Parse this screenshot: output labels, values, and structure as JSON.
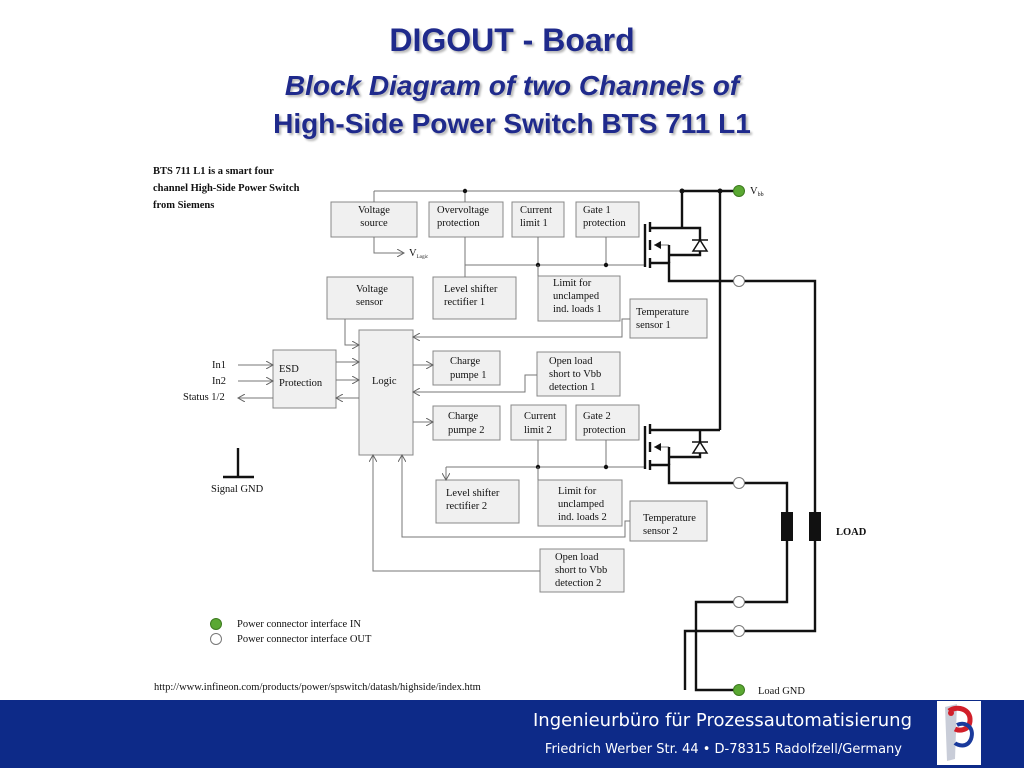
{
  "title": {
    "line1": "DIGOUT - Board",
    "line2": "Block Diagram of two Channels of",
    "line3": "High-Side Power Switch BTS 711 L1"
  },
  "description": [
    "BTS 711 L1 is a smart four",
    "channel High-Side Power  Switch",
    "from Siemens"
  ],
  "blocks": {
    "voltage_source": [
      "Voltage",
      "source"
    ],
    "overvoltage_protection": [
      "Overvoltage",
      "protection"
    ],
    "current_limit_1": [
      "Current",
      "limit 1"
    ],
    "gate_1_protection": [
      "Gate 1",
      "protection"
    ],
    "voltage_sensor": [
      "Voltage",
      "sensor"
    ],
    "level_shifter_1": [
      "Level shifter",
      "rectifier 1"
    ],
    "limit_loads_1": [
      "Limit for",
      "unclamped",
      "ind. loads 1"
    ],
    "temp_sensor_1": [
      "Temperature",
      "sensor 1"
    ],
    "esd_protection": [
      "ESD",
      "Protection"
    ],
    "logic": [
      "Logic"
    ],
    "charge_pumpe_1": [
      "Charge",
      "pumpe 1"
    ],
    "open_load_1": [
      "Open load",
      "short to Vbb",
      "detection 1"
    ],
    "charge_pumpe_2": [
      "Charge",
      "pumpe 2"
    ],
    "current_limit_2": [
      "Current",
      "limit 2"
    ],
    "gate_2_protection": [
      "Gate 2",
      "protection"
    ],
    "level_shifter_2": [
      "Level shifter",
      "rectifier 2"
    ],
    "limit_loads_2": [
      "Limit for",
      "unclamped",
      "ind. loads 2"
    ],
    "temp_sensor_2": [
      "Temperature",
      "sensor 2"
    ],
    "open_load_2": [
      "Open load",
      "short to Vbb",
      "detection 2"
    ]
  },
  "signals": {
    "vbb": "V",
    "vbb_sub": "bb",
    "vlogic": "V",
    "vlogic_sub": "Logic",
    "in1": "In1",
    "in2": "In2",
    "status": "Status 1/2",
    "signal_gnd": "Signal GND",
    "load": "LOAD",
    "load_gnd": "Load GND"
  },
  "legend": {
    "in": "Power connector interface IN",
    "out": "Power connector interface OUT",
    "in_color": "#5aa832",
    "out_color": "#ffffff"
  },
  "url": "http://www.infineon.com/products/power/spswitch/datash/highside/index.htm",
  "footer": {
    "company": "Ingenieurbüro für Prozessautomatisierung",
    "address": "Friedrich Werber Str. 44  • D-78315 Radolfzell/Germany",
    "background": "#0d2a88"
  },
  "colors": {
    "title": "#1f2a8c",
    "connector_in": "#5aa832"
  }
}
